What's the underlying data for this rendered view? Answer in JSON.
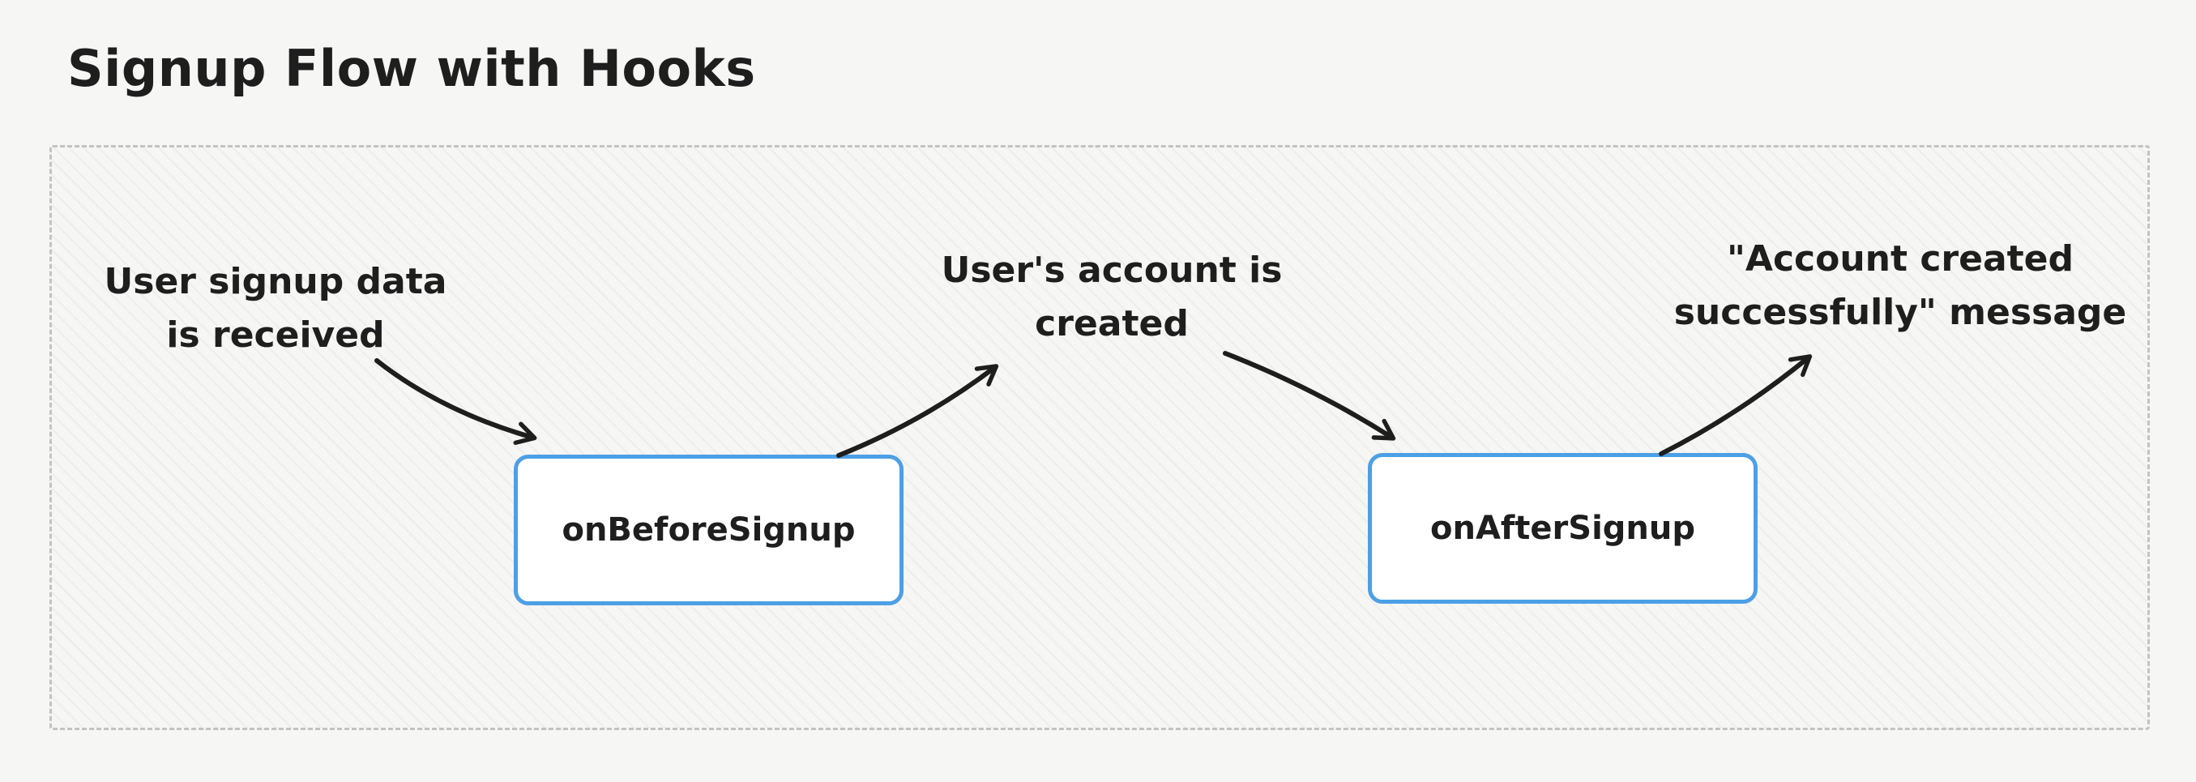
{
  "title": "Signup Flow with Hooks",
  "labels": {
    "signup_data": {
      "line1": "User signup data",
      "line2": "is received"
    },
    "account_created": {
      "line1": "User's account is",
      "line2": "created"
    },
    "success_message": {
      "line1": "\"Account created",
      "line2": "successfully\" message"
    }
  },
  "nodes": {
    "before": {
      "label": "onBeforeSignup"
    },
    "after": {
      "label": "onAfterSignup"
    }
  },
  "edges": [
    {
      "from": "User signup data is received",
      "to": "onBeforeSignup"
    },
    {
      "from": "onBeforeSignup",
      "to": "User's account is created"
    },
    {
      "from": "User's account is created",
      "to": "onAfterSignup"
    },
    {
      "from": "onAfterSignup",
      "to": "\"Account created successfully\" message"
    }
  ],
  "colors": {
    "background": "#f6f6f4",
    "frame_border": "#c3c3c3",
    "node_border": "#4d9fe6",
    "node_fill": "#ffffff",
    "arrow": "#1e1e1e",
    "text": "#1e1e1e"
  }
}
